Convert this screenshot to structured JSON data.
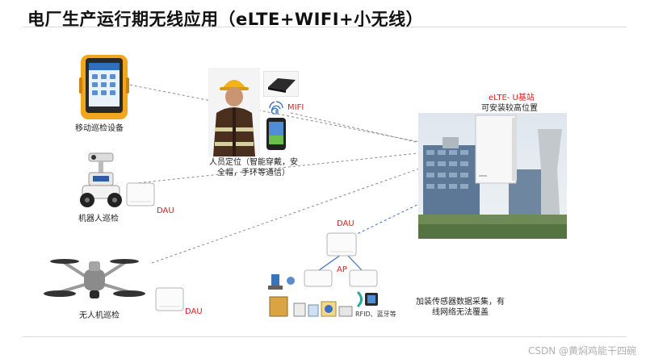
{
  "title": "电厂生产运行期无线应用（eLTE+WIFI+小无线）",
  "base_station": {
    "title": "eLTE- U基站",
    "note": "可安装较高位置"
  },
  "mobile_device": {
    "label": "移动巡检设备"
  },
  "personnel": {
    "line1": "人员定位（智能穿戴，安",
    "line2": "全帽，手环等通信）"
  },
  "mifi": {
    "label": "MIFI"
  },
  "robot": {
    "label": "机器人巡检",
    "dau": "DAU"
  },
  "drone": {
    "label": "无人机巡检",
    "dau": "DAU"
  },
  "network": {
    "dau": "DAU",
    "ap": "AP",
    "rfid": "RFID、蓝牙等"
  },
  "sensor_note": {
    "line1": "加装传感器数据采集，有",
    "line2": "线网络无法覆盖"
  },
  "watermark": "CSDN @黄焖鸡能干四碗",
  "colors": {
    "accent_red": "#d9201f",
    "link_line": "#8a8a8a",
    "blue_line": "#3a6fc4"
  }
}
